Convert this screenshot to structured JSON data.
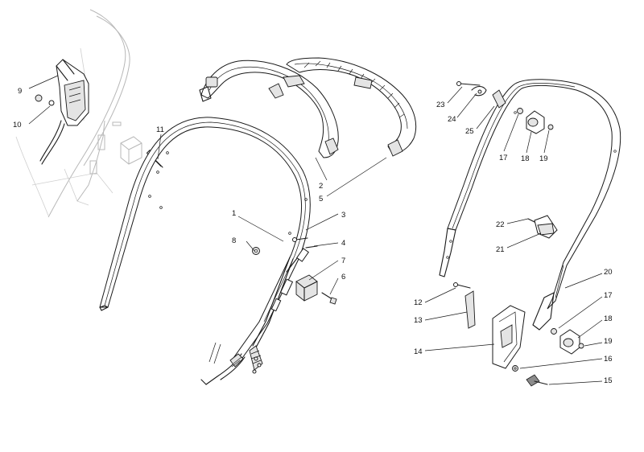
{
  "callouts": [
    {
      "id": "c9",
      "text": "9"
    },
    {
      "id": "c10",
      "text": "10"
    },
    {
      "id": "c11",
      "text": "11"
    },
    {
      "id": "c1",
      "text": "1"
    },
    {
      "id": "c2",
      "text": "2"
    },
    {
      "id": "c5",
      "text": "5"
    },
    {
      "id": "c3",
      "text": "3"
    },
    {
      "id": "c8",
      "text": "8"
    },
    {
      "id": "c4",
      "text": "4"
    },
    {
      "id": "c7",
      "text": "7"
    },
    {
      "id": "c6",
      "text": "6"
    },
    {
      "id": "c23",
      "text": "23"
    },
    {
      "id": "c24",
      "text": "24"
    },
    {
      "id": "c25",
      "text": "25"
    },
    {
      "id": "c17a",
      "text": "17"
    },
    {
      "id": "c18a",
      "text": "18"
    },
    {
      "id": "c19a",
      "text": "19"
    },
    {
      "id": "c22",
      "text": "22"
    },
    {
      "id": "c21",
      "text": "21"
    },
    {
      "id": "c20",
      "text": "20"
    },
    {
      "id": "c12",
      "text": "12"
    },
    {
      "id": "c13",
      "text": "13"
    },
    {
      "id": "c17b",
      "text": "17"
    },
    {
      "id": "c18b",
      "text": "18"
    },
    {
      "id": "c19b",
      "text": "19"
    },
    {
      "id": "c14",
      "text": "14"
    },
    {
      "id": "c16",
      "text": "16"
    },
    {
      "id": "c15",
      "text": "15"
    }
  ]
}
